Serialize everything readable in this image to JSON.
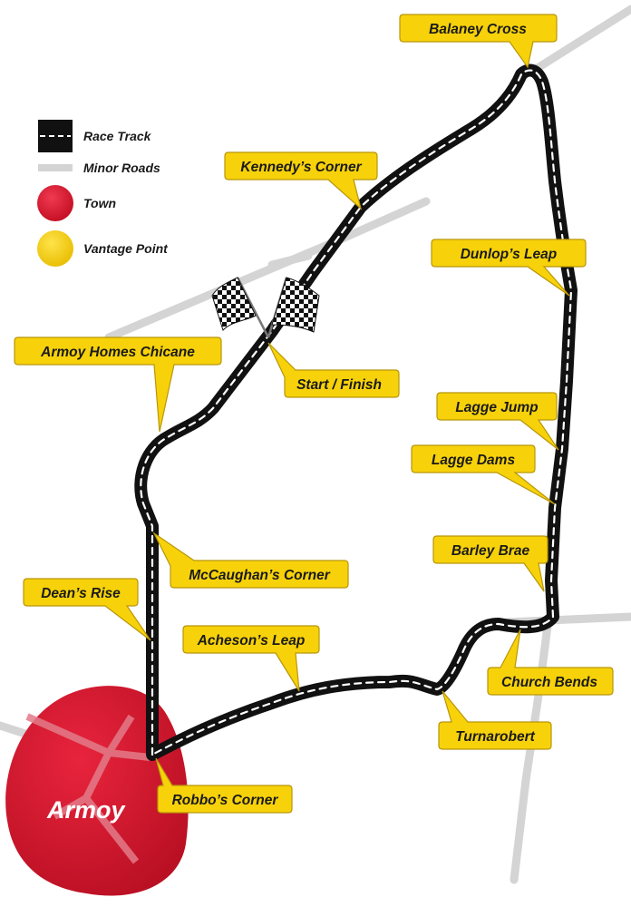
{
  "legend": {
    "race_track": "Race Track",
    "minor_roads": "Minor Roads",
    "town": "Town",
    "vantage_point": "Vantage Point"
  },
  "town": {
    "name": "Armoy"
  },
  "vantage_points": {
    "balaney_cross": "Balaney Cross",
    "kennedys_corner": "Kennedy’s Corner",
    "dunlops_leap": "Dunlop’s Leap",
    "armoy_homes_chicane": "Armoy Homes Chicane",
    "start_finish": "Start / Finish",
    "lagge_jump": "Lagge Jump",
    "lagge_dams": "Lagge Dams",
    "barley_brae": "Barley Brae",
    "mccaughans_corner": "McCaughan’s Corner",
    "deans_rise": "Dean’s Rise",
    "achesons_leap": "Acheson’s Leap",
    "church_bends": "Church Bends",
    "turnarobert": "Turnarobert",
    "robbos_corner": "Robbo’s Corner"
  },
  "colors": {
    "track": "#111111",
    "track_dash": "#ffffff",
    "minor_road": "#d4d4d4",
    "town": "#d9132b",
    "vantage_point": "#f7d20a",
    "vantage_outline": "#b8960a"
  }
}
